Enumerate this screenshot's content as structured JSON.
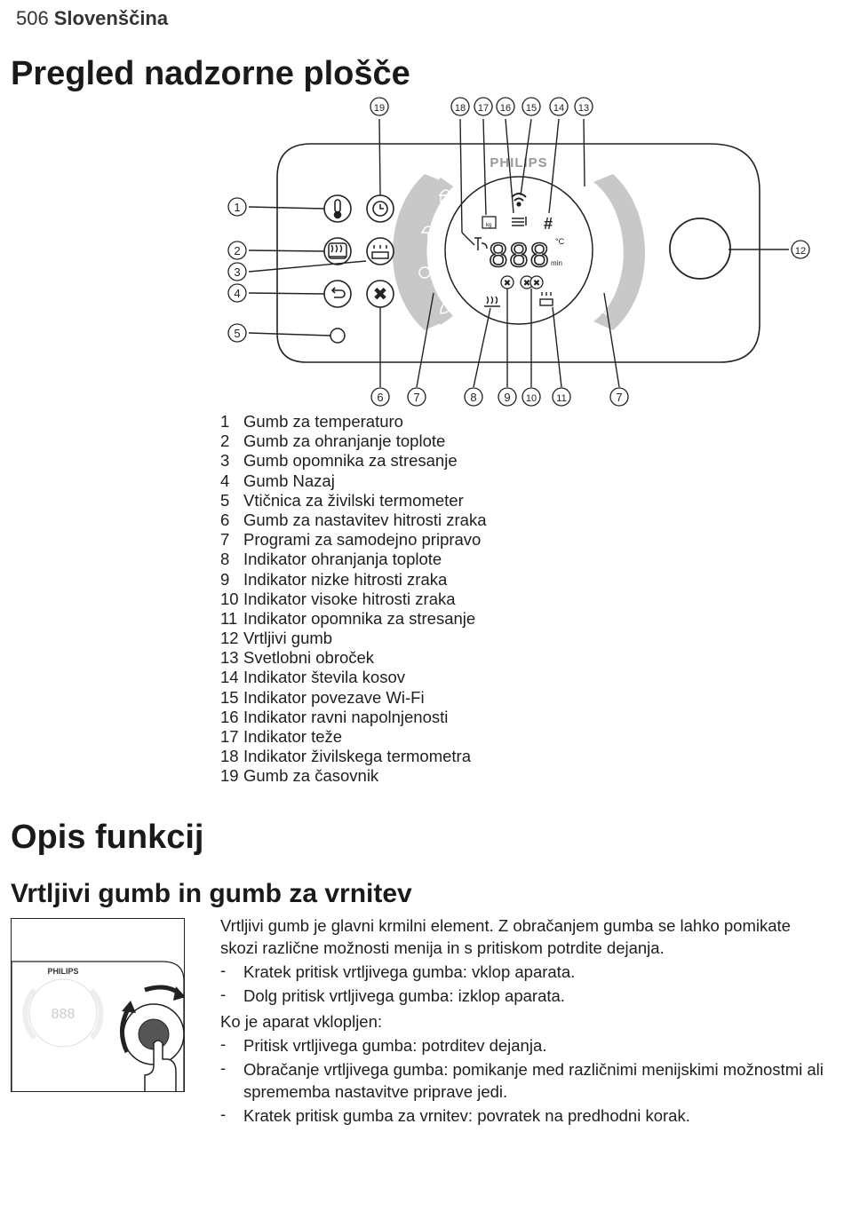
{
  "header": {
    "page_number": "506",
    "language": "Slovenščina"
  },
  "overview": {
    "title": "Pregled nadzorne plošče",
    "brand": "PHILIPS",
    "display_digits": "888",
    "display_unit_c": "°C",
    "display_unit_min": "min",
    "callouts": [
      "1",
      "2",
      "3",
      "4",
      "5",
      "6",
      "7",
      "8",
      "9",
      "10",
      "11",
      "12",
      "13",
      "14",
      "15",
      "16",
      "17",
      "18",
      "19",
      "7"
    ],
    "legend": [
      {
        "n": "1",
        "text": "Gumb za temperaturo"
      },
      {
        "n": "2",
        "text": "Gumb za ohranjanje toplote"
      },
      {
        "n": "3",
        "text": "Gumb opomnika za stresanje"
      },
      {
        "n": "4",
        "text": "Gumb Nazaj"
      },
      {
        "n": "5",
        "text": "Vtičnica za živilski termometer"
      },
      {
        "n": "6",
        "text": "Gumb za nastavitev hitrosti zraka"
      },
      {
        "n": "7",
        "text": "Programi za samodejno pripravo"
      },
      {
        "n": "8",
        "text": "Indikator ohranjanja toplote"
      },
      {
        "n": "9",
        "text": "Indikator nizke hitrosti zraka"
      },
      {
        "n": "10",
        "text": "Indikator visoke hitrosti zraka"
      },
      {
        "n": "11",
        "text": "Indikator opomnika za stresanje"
      },
      {
        "n": "12",
        "text": "Vrtljivi gumb"
      },
      {
        "n": "13",
        "text": "Svetlobni obroček"
      },
      {
        "n": "14",
        "text": "Indikator števila kosov"
      },
      {
        "n": "15",
        "text": "Indikator povezave Wi-Fi"
      },
      {
        "n": "16",
        "text": "Indikator ravni napolnjenosti"
      },
      {
        "n": "17",
        "text": "Indikator teže"
      },
      {
        "n": "18",
        "text": "Indikator živilskega termometra"
      },
      {
        "n": "19",
        "text": "Gumb za časovnik"
      }
    ],
    "icons": [
      "thermometer-icon",
      "clock-icon",
      "keep-warm-icon",
      "shake-icon",
      "back-icon",
      "fan-icon",
      "wifi-icon",
      "weight-icon",
      "fill-level-icon",
      "hash-icon",
      "muffin-icon",
      "mushroom-icon",
      "vegetable-icon",
      "chicken-leg-icon",
      "fish-icon",
      "frozen-icon",
      "meat-icon"
    ]
  },
  "functions": {
    "title": "Opis funkcij",
    "section_title": "Vrtljivi gumb in gumb za vrnitev",
    "thumbnail": {
      "brand": "PHILIPS",
      "digits": "888"
    },
    "intro": "Vrtljivi gumb je glavni krmilni element. Z obračanjem gumba se lahko pomikate skozi različne možnosti menija in s pritiskom potrdite dejanja.",
    "bullets_a": [
      "Kratek pritisk vrtljivega gumba: vklop aparata.",
      "Dolg pritisk vrtljivega gumba: izklop aparata."
    ],
    "when_on": "Ko je aparat vklopljen:",
    "bullets_b": [
      "Pritisk vrtljivega gumba: potrditev dejanja.",
      "Obračanje vrtljivega gumba: pomikanje med različnimi menijskimi možnostmi ali sprememba nastavitve priprave jedi.",
      "Kratek pritisk gumba za vrnitev: povratek na predhodni korak."
    ],
    "dash": "-"
  }
}
